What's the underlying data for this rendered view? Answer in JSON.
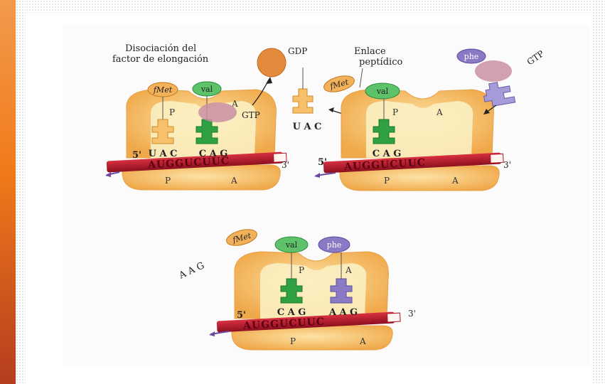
{
  "labels": {
    "dissociation_line1": "Disociación del",
    "dissociation_line2": "factor de elongación",
    "gdp": "GDP",
    "gtp": "GTP",
    "peptide_line1": "Enlace",
    "peptide_line2": "peptídico",
    "gtp2": "GTP"
  },
  "amino_acids": {
    "fmet": "fMet",
    "val": "val",
    "phe": "phe"
  },
  "sites": {
    "p": "P",
    "a": "A"
  },
  "codons": {
    "uac": "U A C",
    "cag": "C A G",
    "aag": "A A G",
    "released_anticodon": "U A C",
    "released_codon": "A A G"
  },
  "mrna": {
    "sequence": "AUGGUCUUC",
    "five_prime": "5'",
    "three_prime": "3'"
  },
  "colors": {
    "ribosome": "#f7c27a",
    "ribosome_inner": "#fbeec0",
    "mrna": "#b8142a",
    "fmet": "#f3b15a",
    "val": "#3aa94a",
    "phe": "#8a79c4",
    "gdp": "#e48a3c",
    "accent": "#f07a1a"
  }
}
